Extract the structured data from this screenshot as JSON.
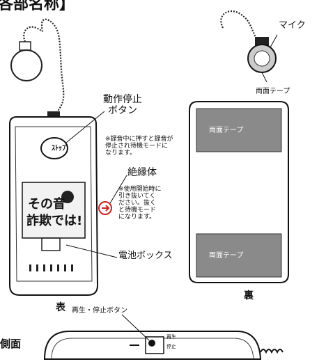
{
  "title": "各部名称】",
  "labels": {
    "stop_button": [
      "動作停止",
      "ボタン"
    ],
    "stop_note": [
      "※録音中に押すと録音が",
      "停止され待機モードに",
      "なります。"
    ],
    "insulator": "絶縁体",
    "insulator_note": [
      "※使用開始時に",
      "引き抜いてく",
      "ださい。抜く",
      "と待機モード",
      "になります。"
    ],
    "battery_box": "電池ボックス",
    "front": "表",
    "back": "裏",
    "side": "側面",
    "play_stop_button": "再生・停止ボタン",
    "mic": "マイク",
    "double_tape": "両面テープ"
  },
  "device": {
    "stop_button_text": "ｽﾄｯﾌﾟ",
    "slogan_line1": "その音",
    "slogan_line2": "詐欺では!",
    "tape_top": "両面テープ",
    "tape_bottom": "両面テープ",
    "side_play": "再生",
    "side_stop": "停止"
  }
}
